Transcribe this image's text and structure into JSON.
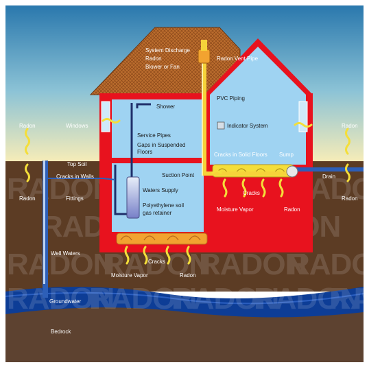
{
  "watermark": "RADON",
  "labels": {
    "system_discharge": "System Discharge",
    "radon_blower_1": "Radon",
    "radon_blower_2": "Blower or Fan",
    "radon_vent_pipe": "Radon Vent Pipe",
    "shower": "Shower",
    "pvc_piping": "PVC Piping",
    "radon_left": "Radon",
    "windows": "Windows",
    "service_pipes": "Service Pipes",
    "indicator_system": "Indicator System",
    "radon_right": "Radon",
    "gaps_1": "Gaps in Suspended",
    "gaps_2": "Floors",
    "cracks_solid_floors": "Cracks in Solid Floors",
    "sump": "Sump",
    "top_soil": "Top Soil",
    "suction_point": "Suction Point",
    "cracks_in_walls": "Cracks in Walls",
    "drain": "Drain",
    "water_supply": "Waters Supply",
    "cracks_right": "Cracks",
    "radon_soil_left": "Radon",
    "fittings": "Fittings",
    "polyethylene_1": "Polyethylene soil",
    "polyethylene_2": "gas retainer",
    "moisture_vapor_right": "Moisture Vapor",
    "radon_under_right": "Radon",
    "radon_soil_right": "Radon",
    "well_waters": "Well Waters",
    "cracks_bottom": "Cracks",
    "moisture_vapor_bottom": "Moisture Vapor",
    "radon_bottom": "Radon",
    "groundwater": "Groundwater",
    "bedrock": "Bedrock"
  },
  "colors": {
    "sky_top": "#2f7fb0",
    "sky_bottom": "#f4e9b4",
    "soil": "#5c3c24",
    "bedrock": "#5d4230",
    "groundwater": "#0d3d96",
    "wall_red": "#e8121e",
    "interior": "#9fd3f2",
    "roof": "#b86a2c",
    "radon_yellow": "#f4de3a",
    "pipe_yellow": "#f6d33a",
    "mat_orange": "#f2a330"
  }
}
